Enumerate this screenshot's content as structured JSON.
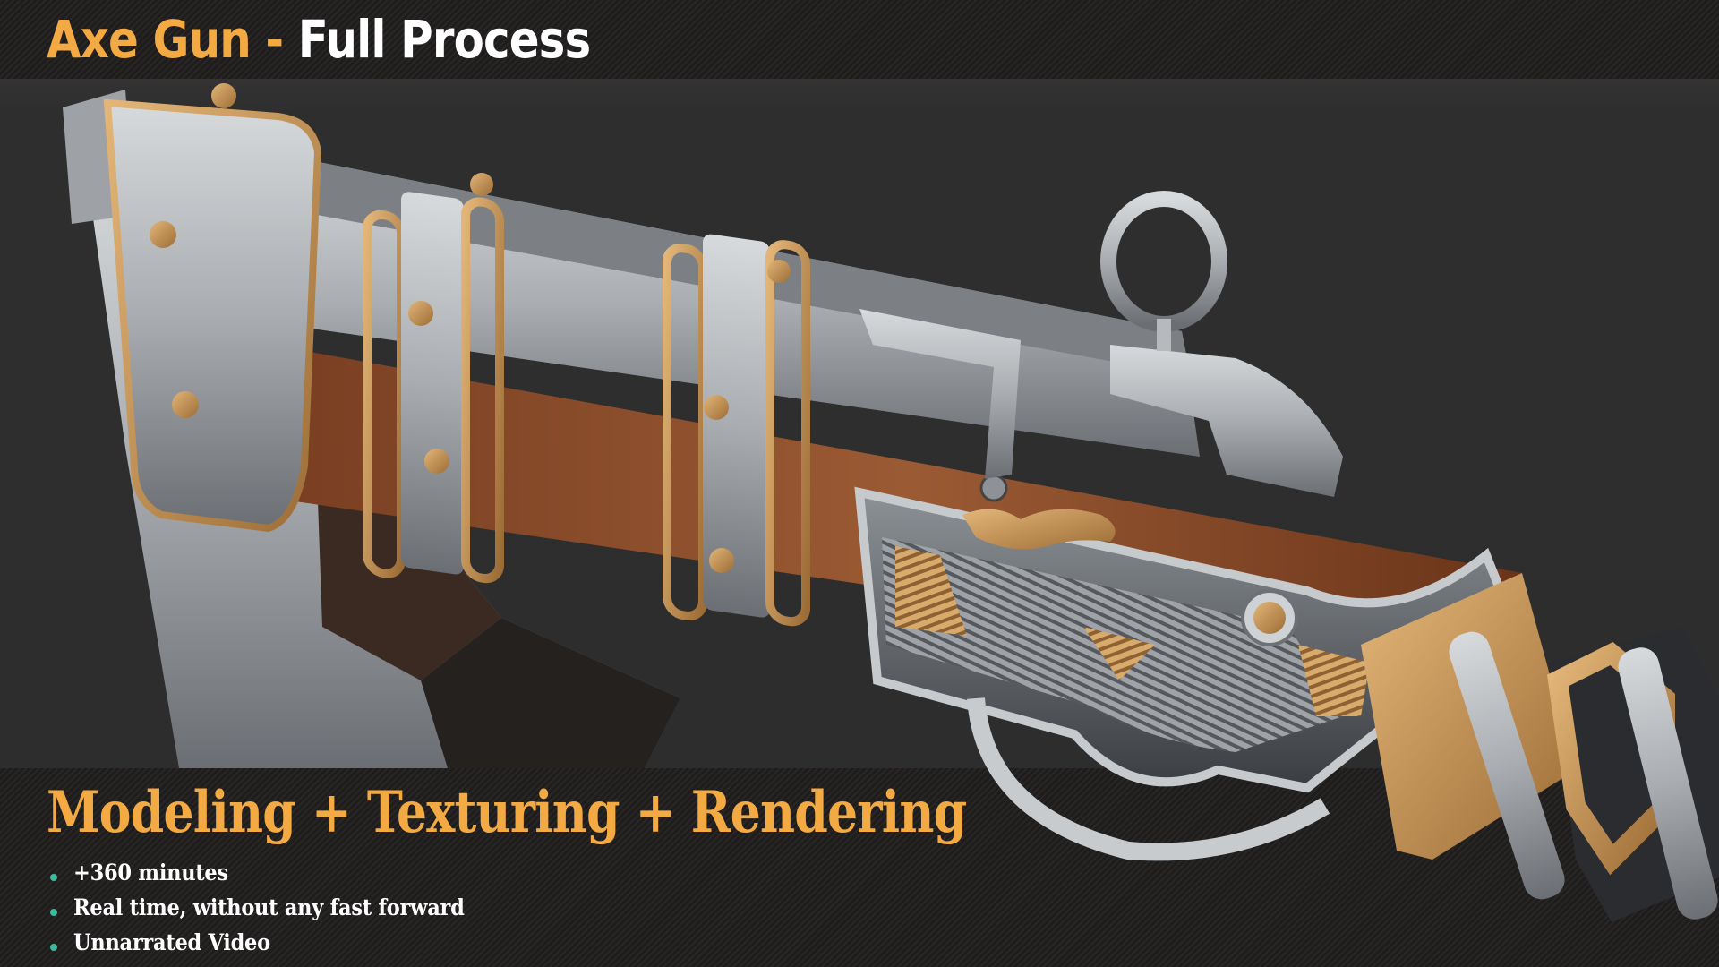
{
  "header": {
    "title_accent": "Axe Gun - ",
    "title_main": "Full Process"
  },
  "footer": {
    "subtitle": "Modeling + Texturing + Rendering",
    "features": [
      {
        "icon": "bullet-dot",
        "label": "+360 minutes"
      },
      {
        "icon": "bullet-dot",
        "label": "Real time, without any fast forward"
      },
      {
        "icon": "bullet-dot",
        "label": "Unnarrated Video"
      }
    ]
  },
  "artwork": {
    "subject": "Axe Gun 3D render",
    "materials": [
      "steel",
      "brass",
      "wood"
    ]
  },
  "colors": {
    "accent": "#f4aa42",
    "title_white": "#ffffff",
    "bullet": "#3fb8a0",
    "header_bg": "#1f1c1c",
    "stage_bg": "#2e2e2e",
    "steel": "#b9bcbf",
    "brass": "#c89a5c",
    "wood": "#8a4c2a"
  }
}
